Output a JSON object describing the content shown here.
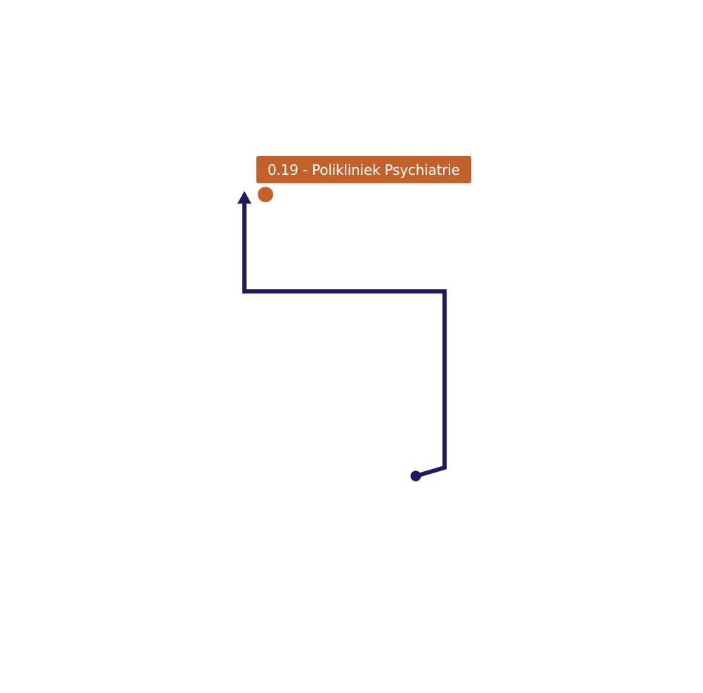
{
  "destination": {
    "label": "0.19 - Polikliniek Psychiatrie"
  },
  "route": {
    "color": "#1d1b5e"
  },
  "colors": {
    "destination_accent": "#c4602a",
    "background": "#ffffff"
  },
  "icons": {
    "start": "route-start-dot",
    "end": "route-arrowhead",
    "destination": "destination-marker"
  }
}
